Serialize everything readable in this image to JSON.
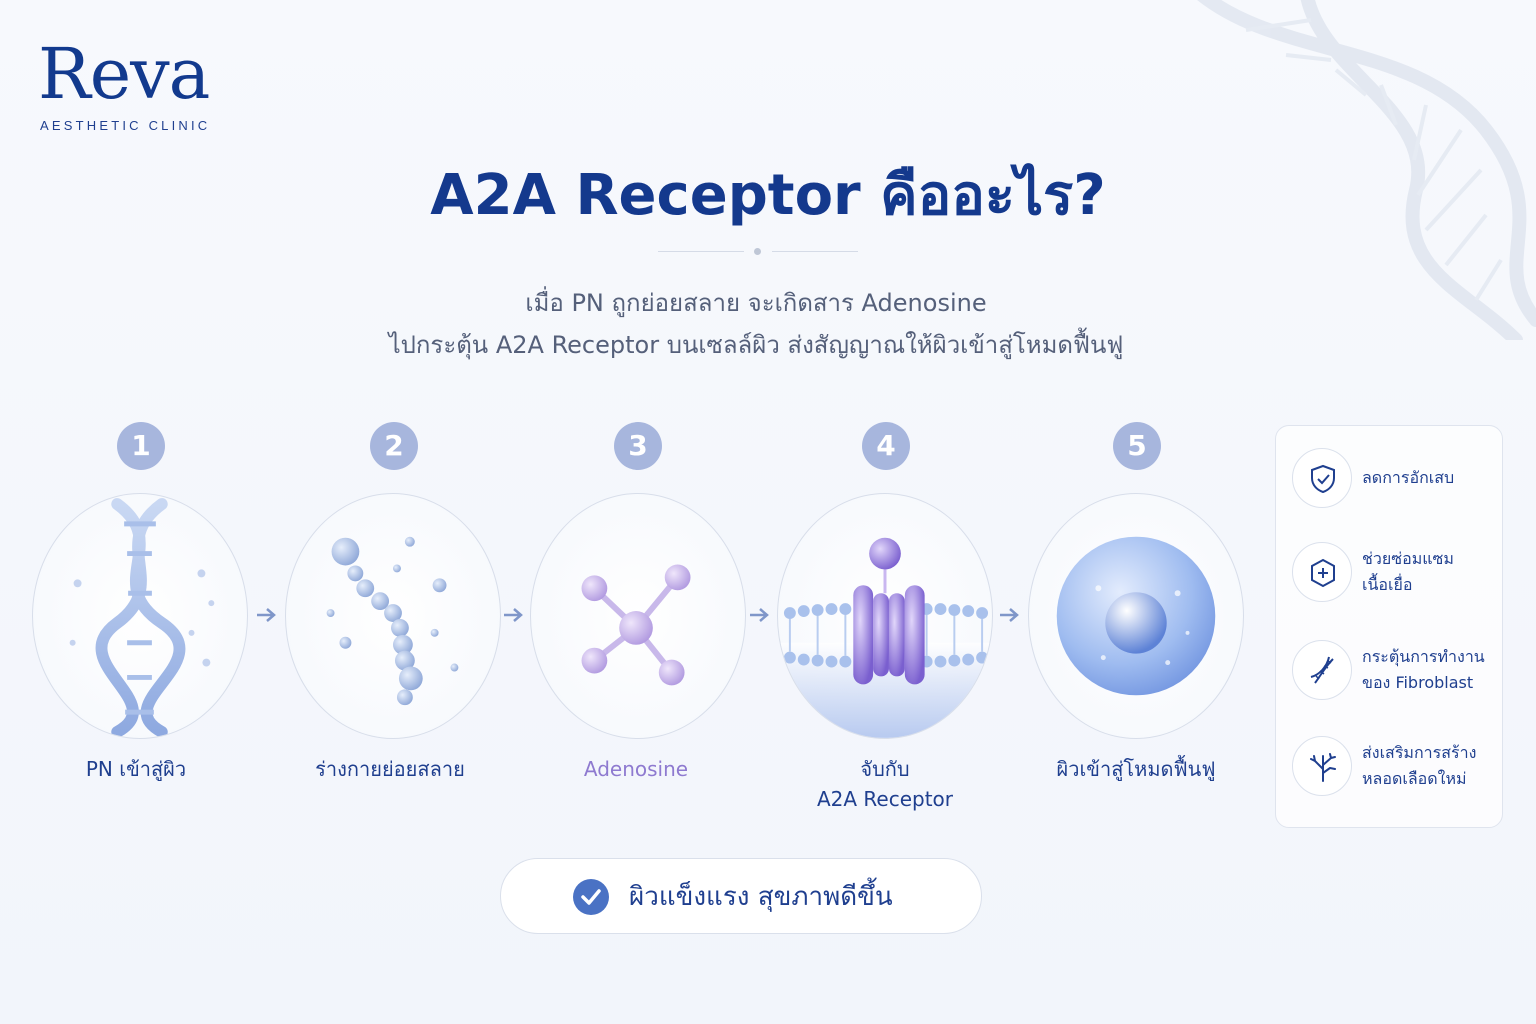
{
  "brand": {
    "name": "Reva",
    "tagline": "AESTHETIC CLINIC"
  },
  "header": {
    "title": "A2A Receptor คืออะไร?",
    "subtitle_line1": "เมื่อ PN ถูกย่อยสลาย จะเกิดสาร Adenosine",
    "subtitle_line2": "ไปกระตุ้น A2A Receptor บนเซลล์ผิว ส่งสัญญาณให้ผิวเข้าสู่โหมดฟื้นฟู"
  },
  "steps": [
    {
      "number": "1",
      "label": "PN เข้าสู่ผิว",
      "icon": "dna-strand-icon"
    },
    {
      "number": "2",
      "label": "ร่างกายย่อยสลาย",
      "icon": "broken-chain-icon"
    },
    {
      "number": "3",
      "label": "Adenosine",
      "icon": "molecule-icon"
    },
    {
      "number": "4",
      "label_line1": "จับกับ",
      "label_line2": "A2A Receptor",
      "icon": "membrane-receptor-icon"
    },
    {
      "number": "5",
      "label": "ผิวเข้าสู่โหมดฟื้นฟู",
      "icon": "cell-icon"
    }
  ],
  "benefits": [
    {
      "line1": "ลดการอักเสบ",
      "line2": "",
      "icon": "shield-check-icon"
    },
    {
      "line1": "ช่วยซ่อมแซม",
      "line2": "เนื้อเยื่อ",
      "icon": "shield-plus-icon"
    },
    {
      "line1": "กระตุ้นการทำงาน",
      "line2": "ของ Fibroblast",
      "icon": "dna-icon"
    },
    {
      "line1": "ส่งเสริมการสร้าง",
      "line2": "หลอดเลือดใหม่",
      "icon": "blood-vessel-icon"
    }
  ],
  "result": {
    "text": "ผิวแข็งแรง สุขภาพดีขึ้น",
    "icon": "check-circle-icon"
  },
  "colors": {
    "primary": "#14398d",
    "accent_purple": "#8e7ad0",
    "badge": "#a7b6dd",
    "text_gray": "#55607a"
  }
}
